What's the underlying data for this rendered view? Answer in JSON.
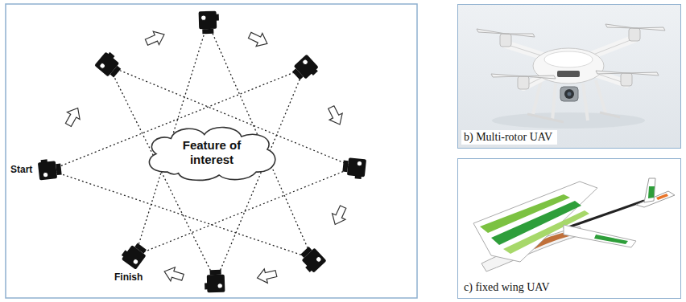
{
  "diagram": {
    "nodes": [
      {
        "text": [
          "Feature of interest"
        ]
      },
      {
        "text": [
          "b) Multi-rotor UAV"
        ]
      },
      {
        "text": [
          "c) fixed wing UAV"
        ]
      }
    ],
    "labels": [
      "Start",
      "Finish"
    ]
  }
}
